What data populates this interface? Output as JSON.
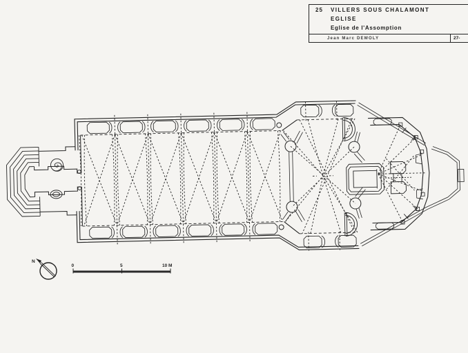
{
  "title_block": {
    "index_number": "25",
    "commune": "VILLERS SOUS CHALAMONT",
    "building": "EGLISE",
    "subtitle": "Eglise de l'Assomption",
    "author": "Jean Marc DEMOLY",
    "sheet_number": "27-"
  },
  "scale_bar": {
    "labels": [
      "0",
      "5",
      "10 M"
    ]
  },
  "north_arrow": {
    "label": "N"
  },
  "colors": {
    "paper": "#f5f4f1",
    "ink": "#232323"
  }
}
